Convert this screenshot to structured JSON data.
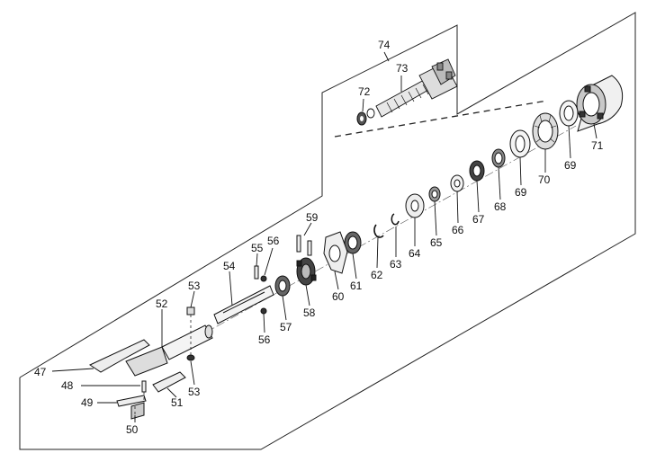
{
  "diagram": {
    "type": "exploded-parts-view",
    "callouts": [
      {
        "id": "74",
        "label": "74"
      },
      {
        "id": "73",
        "label": "73"
      },
      {
        "id": "72",
        "label": "72"
      },
      {
        "id": "71",
        "label": "71"
      },
      {
        "id": "70",
        "label": "70"
      },
      {
        "id": "69a",
        "label": "69"
      },
      {
        "id": "69b",
        "label": "69"
      },
      {
        "id": "68",
        "label": "68"
      },
      {
        "id": "67",
        "label": "67"
      },
      {
        "id": "66",
        "label": "66"
      },
      {
        "id": "65",
        "label": "65"
      },
      {
        "id": "64",
        "label": "64"
      },
      {
        "id": "63",
        "label": "63"
      },
      {
        "id": "62",
        "label": "62"
      },
      {
        "id": "61",
        "label": "61"
      },
      {
        "id": "60",
        "label": "60"
      },
      {
        "id": "59",
        "label": "59"
      },
      {
        "id": "58",
        "label": "58"
      },
      {
        "id": "57",
        "label": "57"
      },
      {
        "id": "56a",
        "label": "56"
      },
      {
        "id": "56b",
        "label": "56"
      },
      {
        "id": "55",
        "label": "55"
      },
      {
        "id": "54",
        "label": "54"
      },
      {
        "id": "53a",
        "label": "53"
      },
      {
        "id": "53b",
        "label": "53"
      },
      {
        "id": "52",
        "label": "52"
      },
      {
        "id": "51",
        "label": "51"
      },
      {
        "id": "50",
        "label": "50"
      },
      {
        "id": "49",
        "label": "49"
      },
      {
        "id": "48",
        "label": "48"
      },
      {
        "id": "47",
        "label": "47"
      }
    ]
  }
}
